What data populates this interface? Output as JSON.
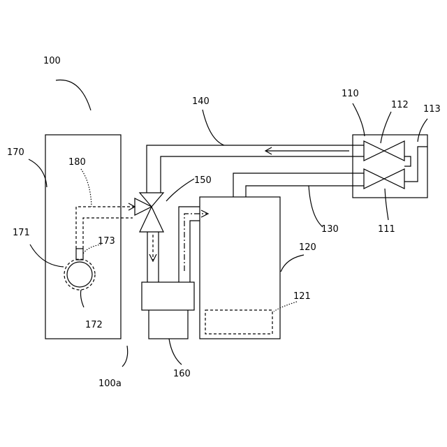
{
  "labels": {
    "l100": "100",
    "l100a": "100a",
    "l110": "110",
    "l111": "111",
    "l112": "112",
    "l113": "113",
    "l120": "120",
    "l121": "121",
    "l130": "130",
    "l140": "140",
    "l150": "150",
    "l160": "160",
    "l170": "170",
    "l171": "171",
    "l172": "172",
    "l173": "173",
    "l180": "180"
  }
}
